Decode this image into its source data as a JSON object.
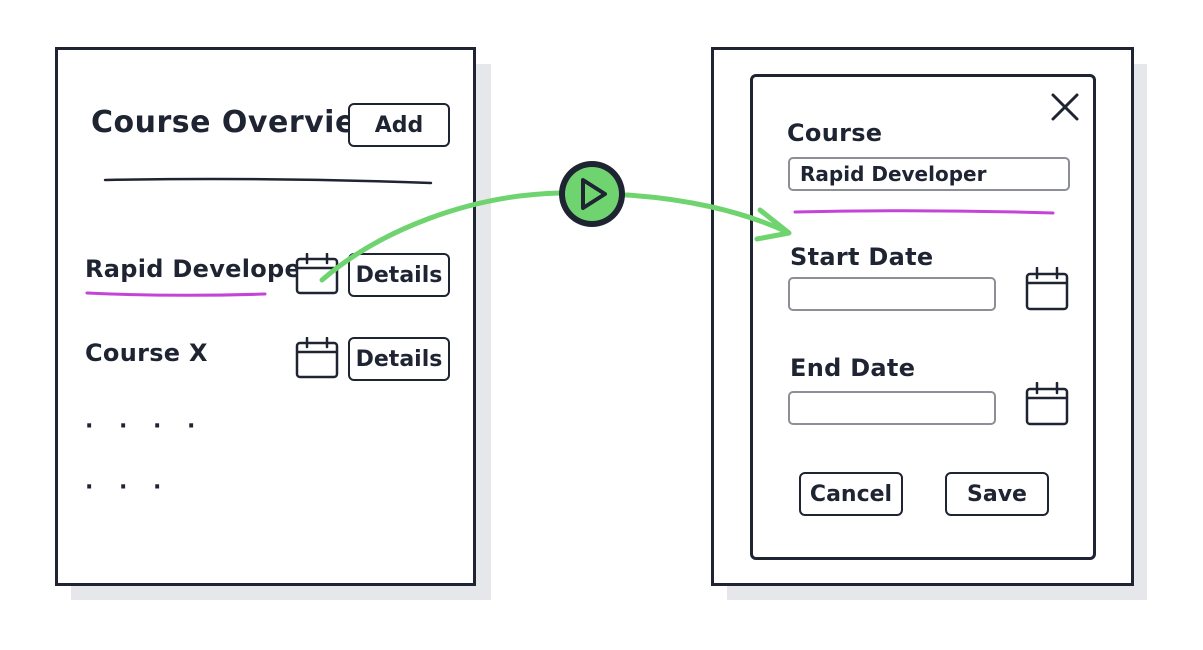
{
  "overview": {
    "title": "Course Overview",
    "add_label": "Add",
    "courses": [
      {
        "name": "Rapid Developer",
        "details_label": "Details",
        "highlighted": true
      },
      {
        "name": "Course X",
        "details_label": "Details",
        "highlighted": false
      }
    ],
    "ellipsis_rows": [
      "· · · ·",
      "· · ·"
    ]
  },
  "dialog": {
    "course_label": "Course",
    "course_value": "Rapid Developer",
    "start_date_label": "Start Date",
    "start_date_value": "",
    "end_date_label": "End Date",
    "end_date_value": "",
    "cancel_label": "Cancel",
    "save_label": "Save"
  },
  "icons": {
    "calendar": "calendar-icon",
    "close": "close-icon",
    "play": "play-icon"
  },
  "colors": {
    "ink": "#1f2433",
    "highlight": "#c444d8",
    "flow_arrow": "#6fd46f",
    "shadow": "#e6e7ea"
  }
}
